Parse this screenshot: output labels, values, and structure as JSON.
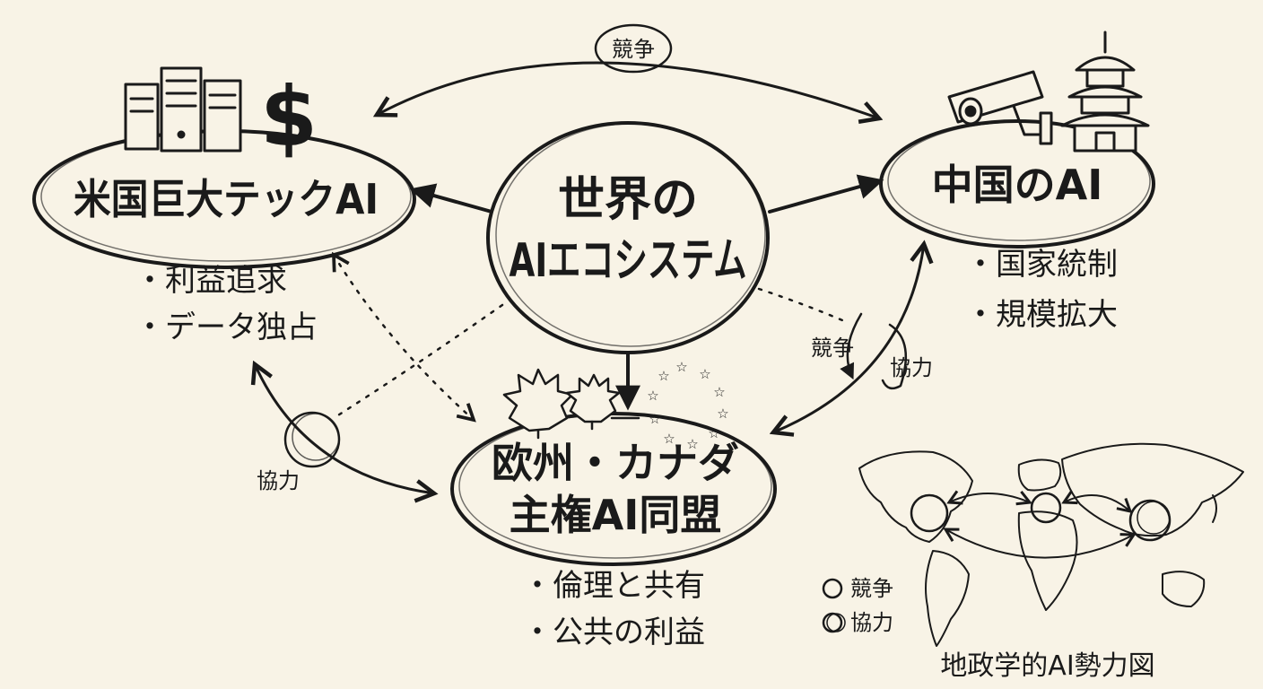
{
  "center": {
    "line1": "世界の",
    "line2": "AIエコシステム"
  },
  "us": {
    "name": "米国巨大テックAI",
    "bullets": [
      "利益追求",
      "データ独占"
    ],
    "icon_dollar": "$"
  },
  "china": {
    "name": "中国のAI",
    "bullets": [
      "国家統制",
      "規模拡大"
    ]
  },
  "eu": {
    "name_line1": "欧州・カナダ",
    "name_line2": "主権AI同盟",
    "bullets": [
      "倫理と共有",
      "公共の利益"
    ]
  },
  "relations": {
    "us_china": "競争",
    "china_eu_compete": "競争",
    "china_eu_coop": "協力",
    "us_eu_coop": "協力"
  },
  "legend": {
    "compete": "競争",
    "coop": "協力"
  },
  "map_title": "地政学的AI勢力図",
  "bullet_mark": "・",
  "icons": [
    "server-icon",
    "dollar-icon",
    "camera-icon",
    "pagoda-icon",
    "maple-leaf-icon",
    "eu-stars-icon",
    "world-map-icon"
  ]
}
